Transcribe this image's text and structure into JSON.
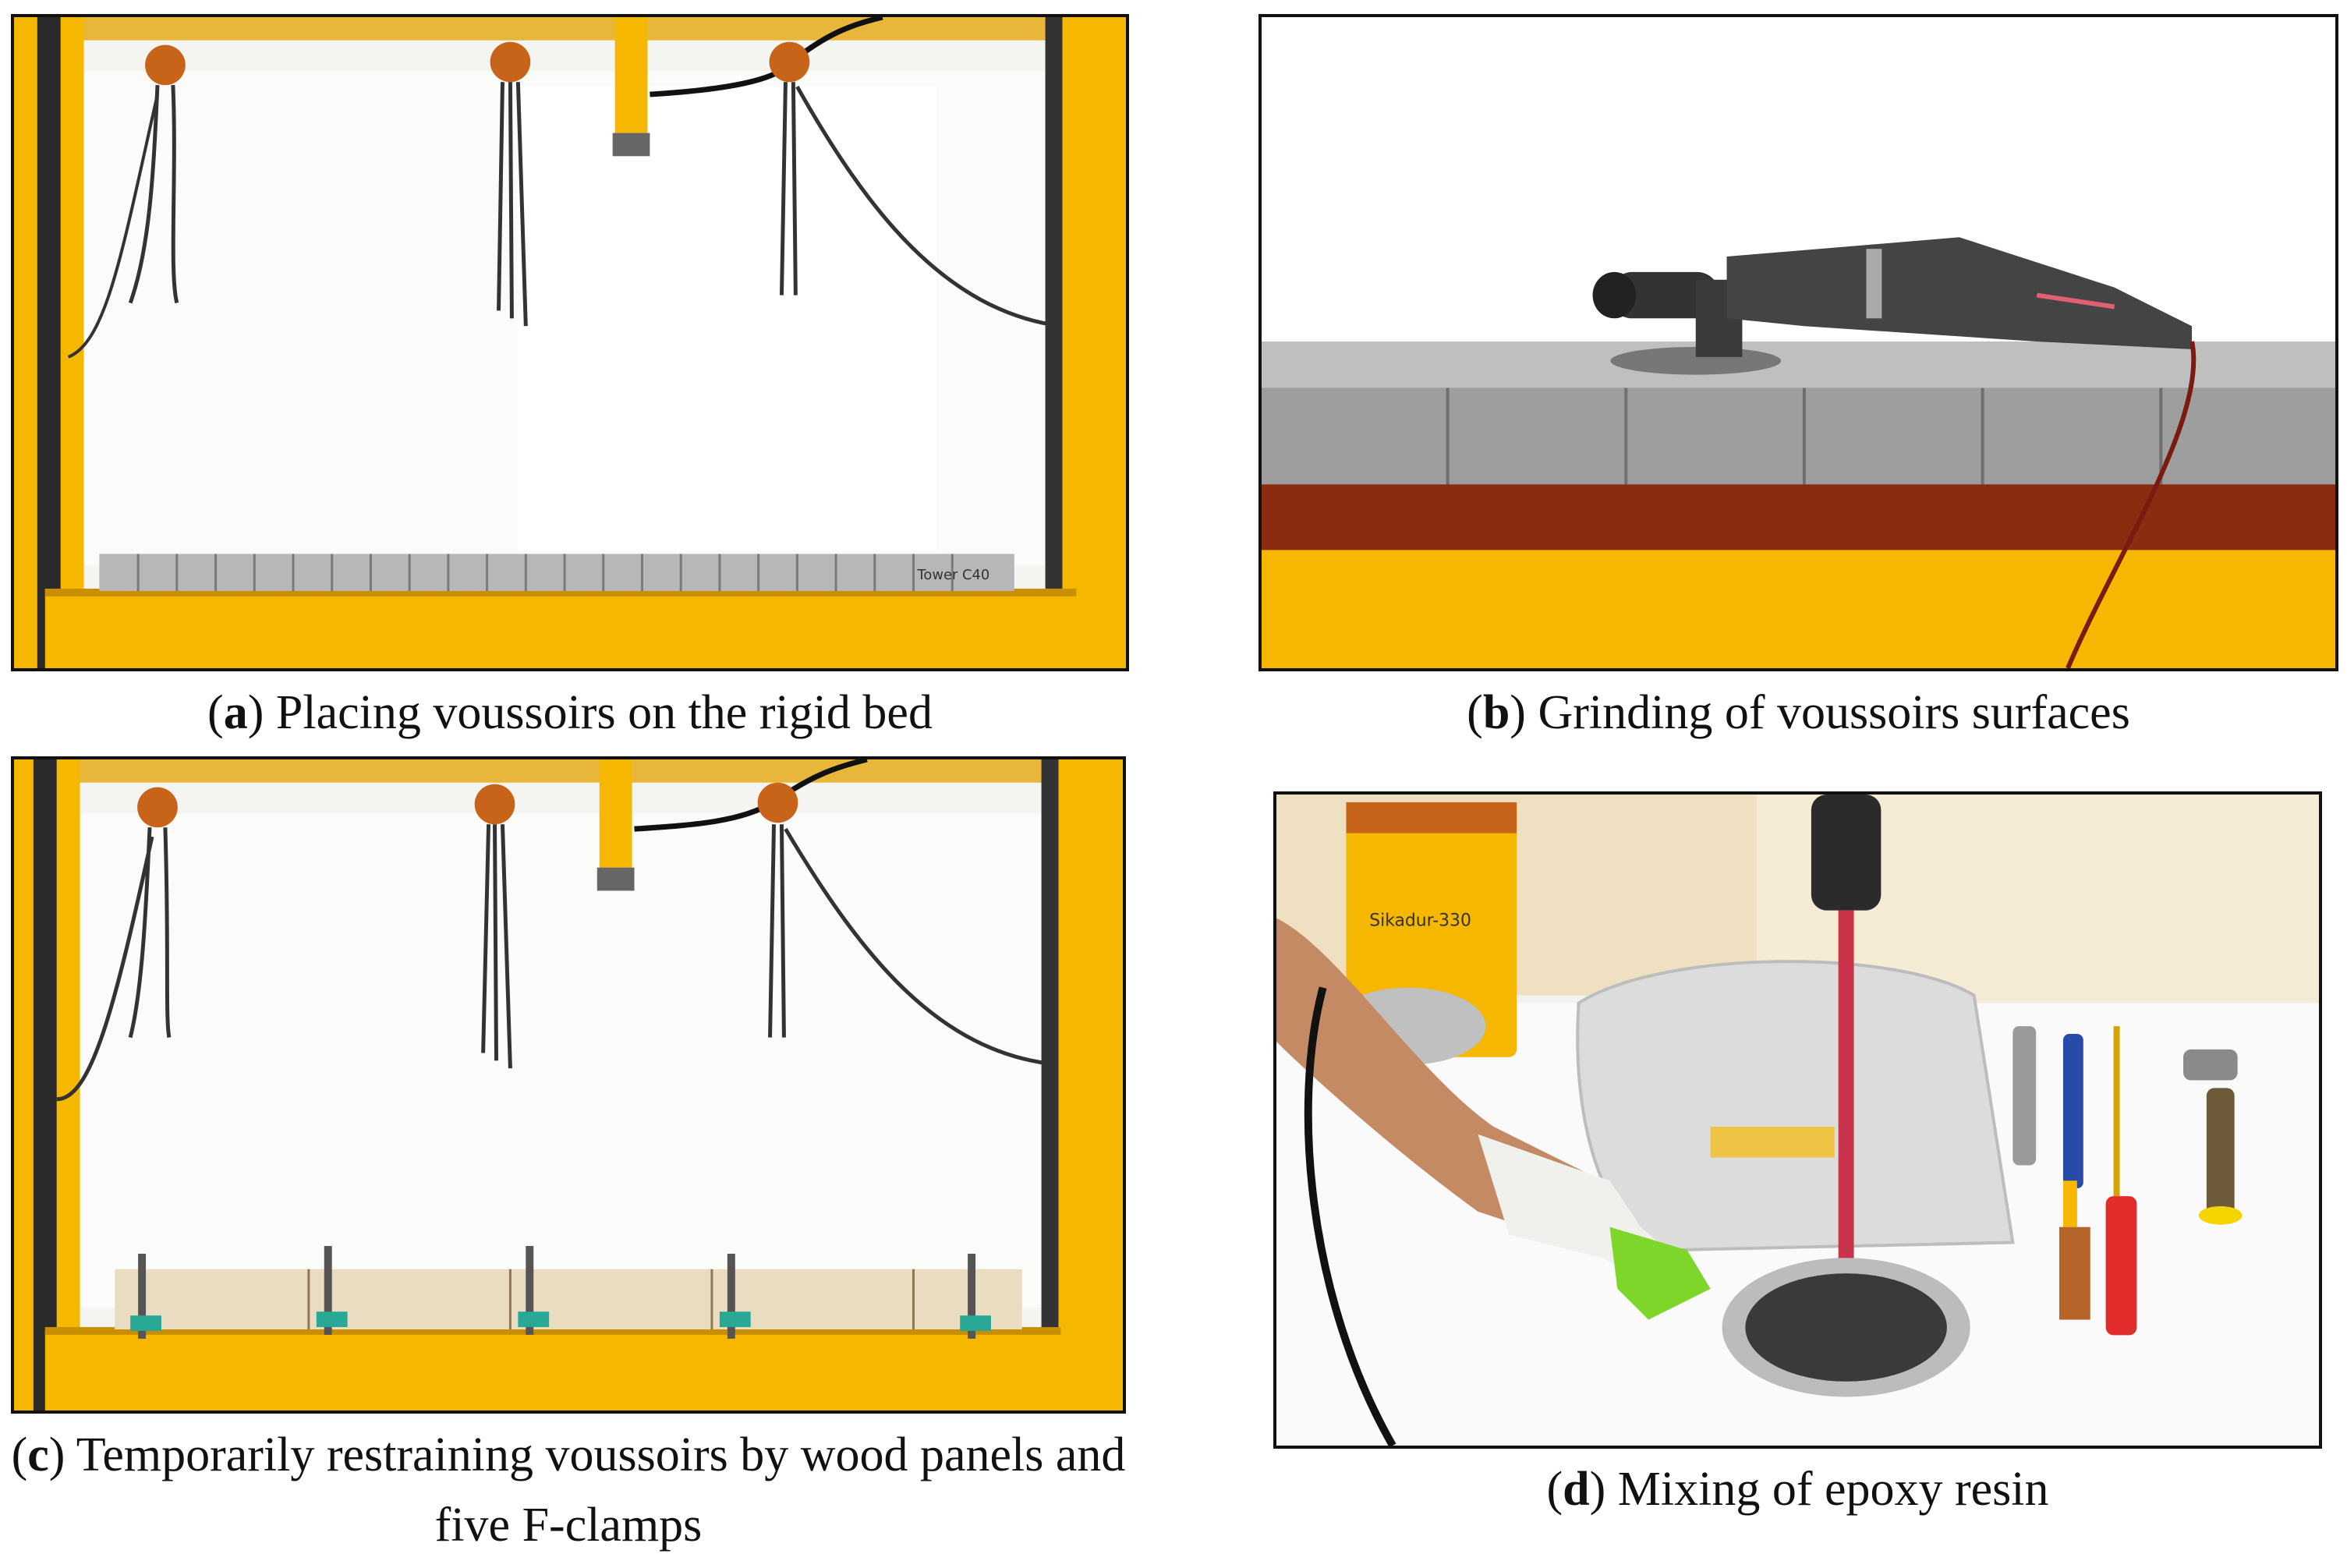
{
  "figure": {
    "panels": [
      {
        "letter": "a",
        "caption": "Placing voussoirs on the rigid bed"
      },
      {
        "letter": "b",
        "caption": "Grinding of voussoirs surfaces"
      },
      {
        "letter": "c",
        "caption": "Temporarily restraining voussoirs by wood panels and five F-clamps"
      },
      {
        "letter": "d",
        "caption": "Mixing of epoxy resin"
      }
    ],
    "product_label": "Sikadur-330",
    "bed_marking": "Tower C40",
    "colors": {
      "frame_yellow": "#f5b700",
      "steel_red": "#8a2c10",
      "hoist_orange": "#c8641a",
      "glove_green": "#7fd62a",
      "concrete_grey": "#a9a9a9"
    }
  }
}
